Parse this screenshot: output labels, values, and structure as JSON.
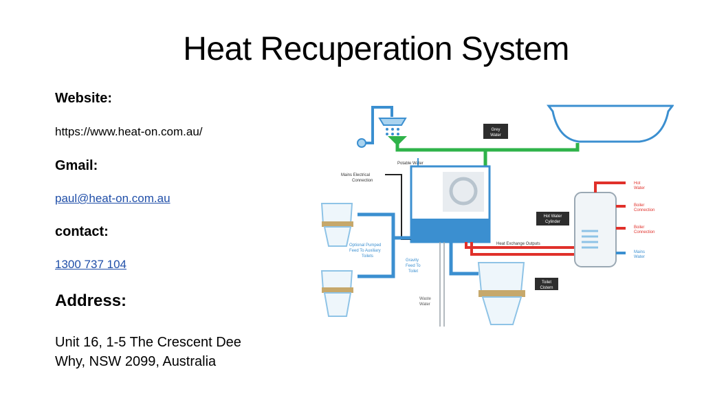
{
  "title": "Heat Recuperation System",
  "contact": {
    "website_label": "Website:",
    "website_url": "https://www.heat-on.com.au/",
    "gmail_label": "Gmail:",
    "gmail": "paul@heat-on.com.au",
    "contact_label": "contact:",
    "phone": "1300 737 104",
    "address_label": "Address:",
    "address_line1": "Unit 16, 1-5 The Crescent Dee",
    "address_line2": "Why, NSW 2099, Australia"
  },
  "diagram": {
    "grey_water_1": "Grey",
    "grey_water_2": "Water",
    "potable_water": "Potable Water",
    "mains_electrical_1": "Mains Electrical",
    "mains_electrical_2": "Connection",
    "hot_water_1": "Hot",
    "hot_water_2": "Water",
    "boiler_1a": "Boiler",
    "boiler_1b": "Connection",
    "boiler_2a": "Boiler",
    "boiler_2b": "Connection",
    "mains_water_1": "Mains",
    "mains_water_2": "Water",
    "hot_water_cyl_1": "Hot Water",
    "hot_water_cyl_2": "Cylinder",
    "heat_exchange": "Heat Exchange Outputs",
    "optional_1": "Optional Pumped",
    "optional_2": "Feed To Auxiliary",
    "optional_3": "Toilets",
    "gravity_1": "Gravity",
    "gravity_2": "Feed To",
    "gravity_3": "Toilet",
    "toilet_cistern_1": "Toilet",
    "toilet_cistern_2": "Cistern",
    "waste_water_1": "Waste",
    "waste_water_2": "Water"
  },
  "colors": {
    "blue_pipe": "#3b8fd0",
    "green_pipe": "#2fb34a",
    "red_pipe": "#e0302a",
    "label_box": "#2d2d2d"
  }
}
